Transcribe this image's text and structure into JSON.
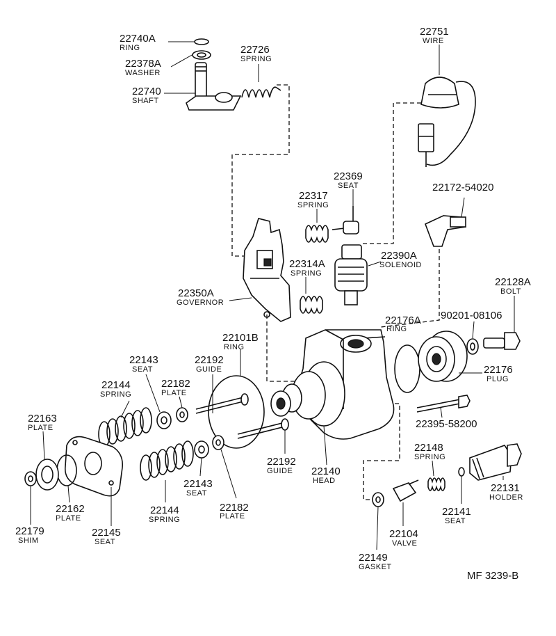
{
  "diagram_code": "MF  3239-B",
  "parts": [
    {
      "id": "p22740A",
      "number": "22740A",
      "name": "RING"
    },
    {
      "id": "p22378A",
      "number": "22378A",
      "name": "WASHER"
    },
    {
      "id": "p22740",
      "number": "22740",
      "name": "SHAFT"
    },
    {
      "id": "p22726",
      "number": "22726",
      "name": "SPRING"
    },
    {
      "id": "p22751",
      "number": "22751",
      "name": "WIRE"
    },
    {
      "id": "p22369",
      "number": "22369",
      "name": "SEAT"
    },
    {
      "id": "p22317",
      "number": "22317",
      "name": "SPRING"
    },
    {
      "id": "p22172",
      "number": "22172-54020",
      "name": ""
    },
    {
      "id": "p22390A",
      "number": "22390A",
      "name": "SOLENOID"
    },
    {
      "id": "p22314A",
      "number": "22314A",
      "name": "SPRING"
    },
    {
      "id": "p22350A",
      "number": "22350A",
      "name": "GOVERNOR"
    },
    {
      "id": "p22128A",
      "number": "22128A",
      "name": "BOLT"
    },
    {
      "id": "p22176A",
      "number": "22176A",
      "name": "RING"
    },
    {
      "id": "p90201",
      "number": "90201-08106",
      "name": ""
    },
    {
      "id": "p22101B",
      "number": "22101B",
      "name": "RING"
    },
    {
      "id": "p22143a",
      "number": "22143",
      "name": "SEAT"
    },
    {
      "id": "p22192a",
      "number": "22192",
      "name": "GUIDE"
    },
    {
      "id": "p22176",
      "number": "22176",
      "name": "PLUG"
    },
    {
      "id": "p22144a",
      "number": "22144",
      "name": "SPRING"
    },
    {
      "id": "p22182a",
      "number": "22182",
      "name": "PLATE"
    },
    {
      "id": "p22163",
      "number": "22163",
      "name": "PLATE"
    },
    {
      "id": "p22395",
      "number": "22395-58200",
      "name": ""
    },
    {
      "id": "p22148",
      "number": "22148",
      "name": "SPRING"
    },
    {
      "id": "p22192b",
      "number": "22192",
      "name": "GUIDE"
    },
    {
      "id": "p22140",
      "number": "22140",
      "name": "HEAD"
    },
    {
      "id": "p22131",
      "number": "22131",
      "name": "HOLDER"
    },
    {
      "id": "p22143b",
      "number": "22143",
      "name": "SEAT"
    },
    {
      "id": "p22182b",
      "number": "22182",
      "name": "PLATE"
    },
    {
      "id": "p22162",
      "number": "22162",
      "name": "PLATE"
    },
    {
      "id": "p22144b",
      "number": "22144",
      "name": "SPRING"
    },
    {
      "id": "p22141",
      "number": "22141",
      "name": "SEAT"
    },
    {
      "id": "p22179",
      "number": "22179",
      "name": "SHIM"
    },
    {
      "id": "p22145",
      "number": "22145",
      "name": "SEAT"
    },
    {
      "id": "p22104",
      "number": "22104",
      "name": "VALVE"
    },
    {
      "id": "p22149",
      "number": "22149",
      "name": "GASKET"
    }
  ]
}
